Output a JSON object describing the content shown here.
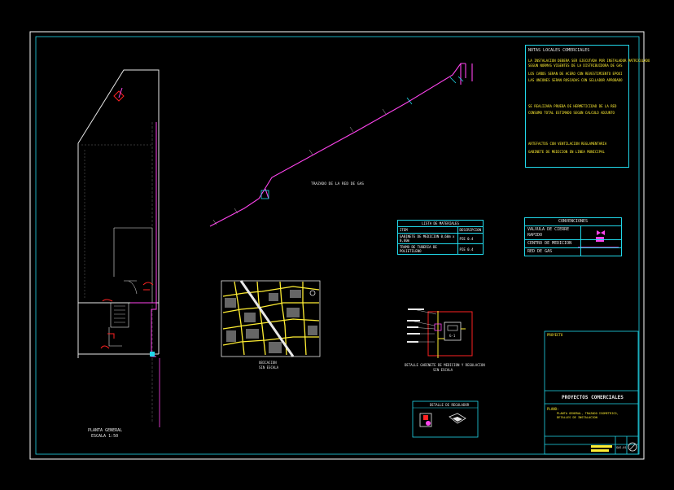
{
  "sheet": {
    "plan_title": "PLANTA GENERAL",
    "plan_scale": "ESCALA 1:50",
    "isometric_title": "TRAZADO DE LA RED DE GAS",
    "location_title": "UBICACION",
    "location_scale": "SIN ESCALA",
    "meter_title": "DETALLE GABINETE DE MEDICION Y REGULACION",
    "meter_subtitle": "SIN ESCALA"
  },
  "notes": {
    "title": "NOTAS LOCALES COMERCIALES",
    "lines": [
      "LA INSTALACION DEBERA SER EJECUTADA POR INSTALADOR MATRICULADO",
      "SEGUN NORMAS VIGENTES DE LA DISTRIBUIDORA DE GAS",
      "LOS CAÑOS SERAN DE ACERO CON REVESTIMIENTO EPOXI",
      "LAS UNIONES SERAN ROSCADAS CON SELLADOR APROBADO",
      "SE REALIZARA PRUEBA DE HERMETICIDAD DE LA RED",
      "CONSUMO TOTAL ESTIMADO SEGUN CALCULO ADJUNTO",
      "ARTEFACTOS CON VENTILACION REGLAMENTARIA",
      "GABINETE DE MEDICION EN LINEA MUNICIPAL"
    ]
  },
  "materials": {
    "title": "LISTA DE MATERIALES",
    "headers": [
      "ITEM",
      "DESCRIPCION"
    ],
    "rows": [
      [
        "GABINETE DE MEDICION 0,60m x 0,60m",
        "PIE 0.4"
      ],
      [
        "TRAMO DE TUBERIA DE POLIETILENO",
        "PIE 0.4"
      ]
    ]
  },
  "conventions": {
    "title": "CONVENCIONES",
    "rows": [
      {
        "label": "VALVULA DE CIERRE RAPIDO",
        "icon": "valve-icon"
      },
      {
        "label": "CENTRO DE MEDICION",
        "icon": "meter-icon"
      },
      {
        "label": "RED DE GAS",
        "icon": "gas-line-icon"
      }
    ]
  },
  "regulator": {
    "title": "DETALLE DE REGULADOR",
    "meter_label": "G-1"
  },
  "titleblock": {
    "header": "PROYECTO",
    "project": "PROYECTOS COMERCIALES",
    "subject_label": "PLANO:",
    "subject": "PLANTA GENERAL, TRAZADO ISOMETRICO, DETALLES DE INSTALACION",
    "sheet_no": "GAS-01"
  },
  "colors": {
    "frame": "#ffffff",
    "cyan": "#21d8ea",
    "yellow": "#ffee33",
    "magenta": "#ff44ee",
    "red": "#ff2222"
  }
}
